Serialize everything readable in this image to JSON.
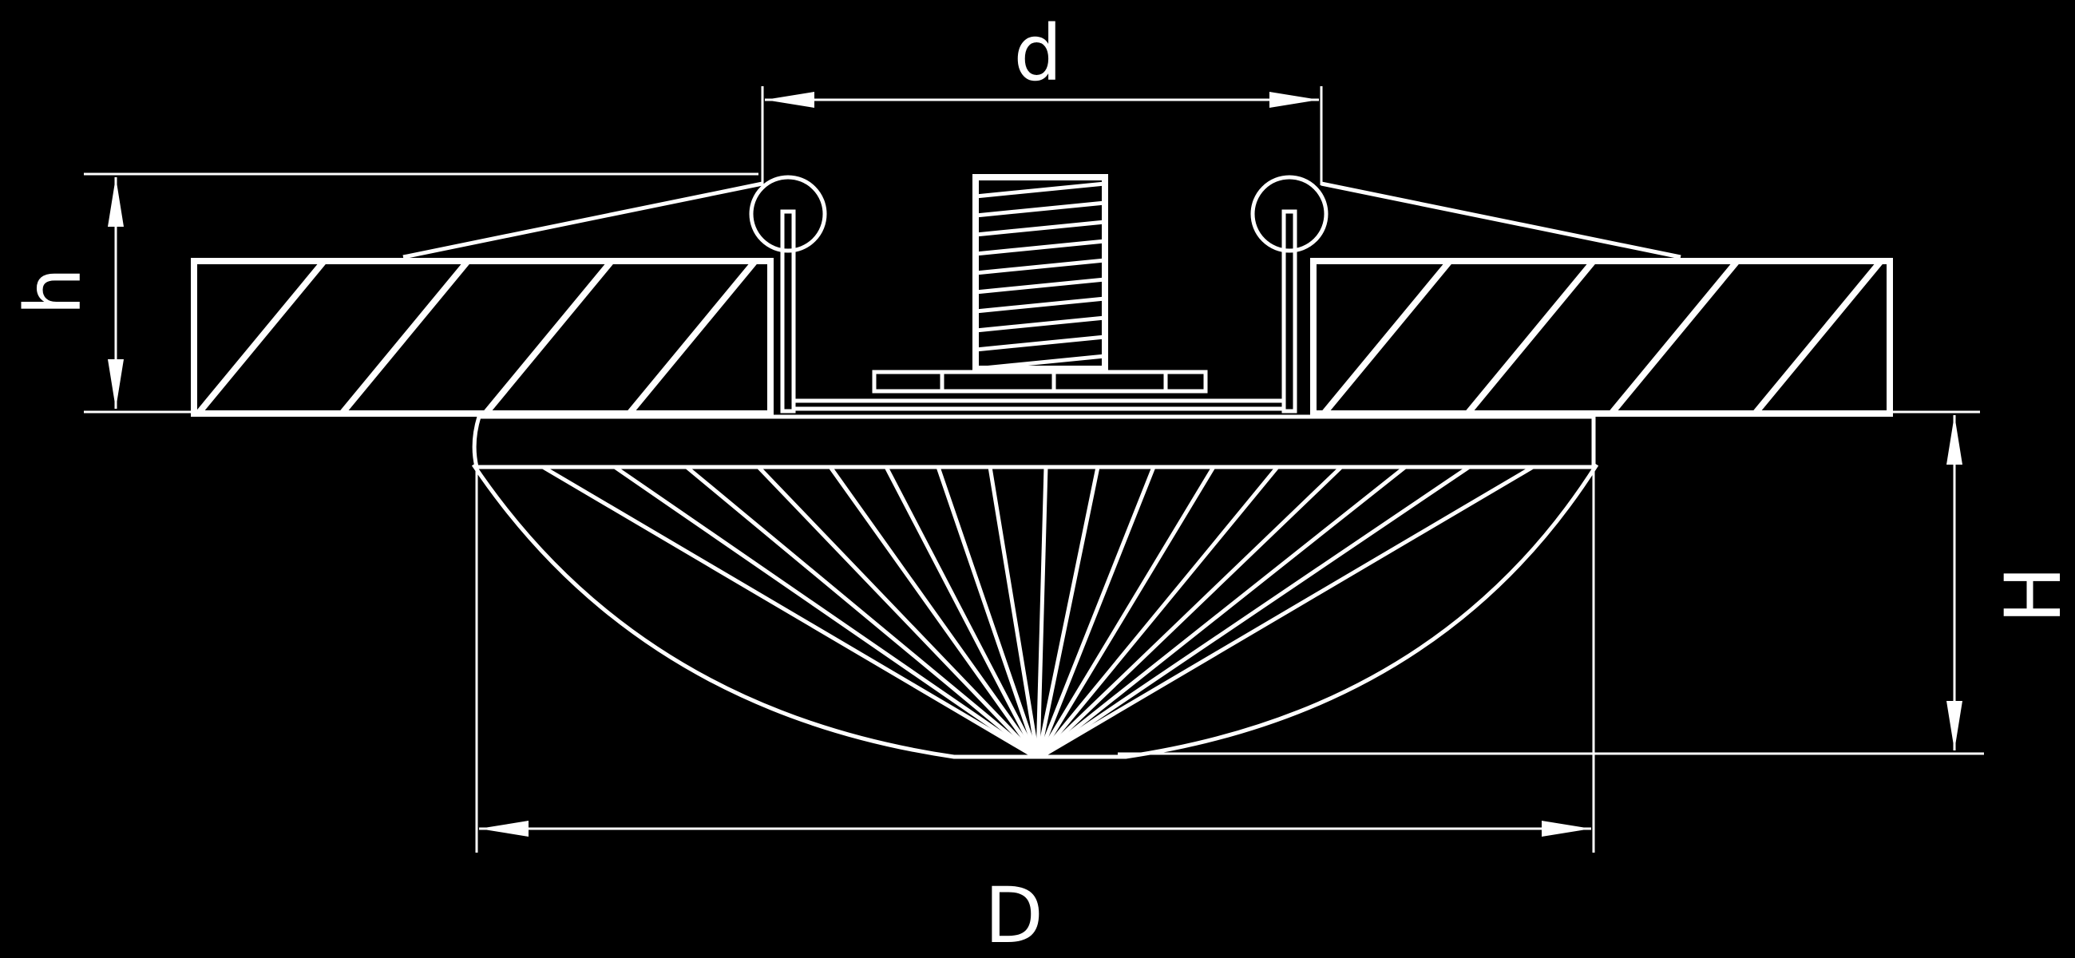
{
  "labels": {
    "d": "d",
    "h": "h",
    "H": "H",
    "D": "D"
  },
  "colors": {
    "background": "#000000",
    "stroke": "#ffffff"
  }
}
